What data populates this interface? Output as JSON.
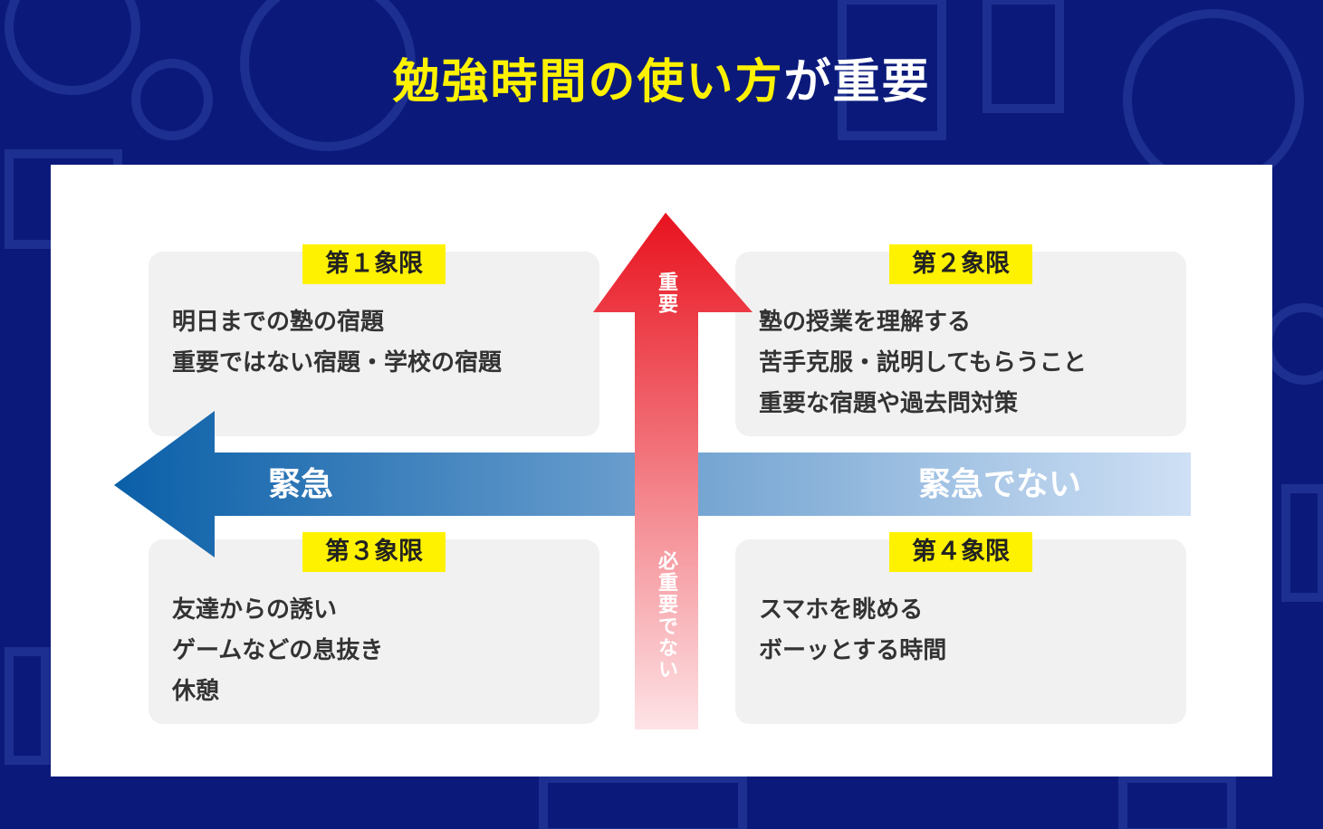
{
  "title": {
    "part1": "勉強時間の使い方",
    "part2": "が重要"
  },
  "colors": {
    "background": "#0b1a7a",
    "highlight": "#fff200",
    "panel": "#ffffff",
    "quadrant_bg": "#f1f1f1",
    "urgent_arrow_start": "#0a5fa8",
    "urgent_arrow_end": "#cfe0f5",
    "important_arrow_start": "#e8121e",
    "important_arrow_end": "#fde3e6"
  },
  "axes": {
    "horizontal": {
      "left_label": "緊急",
      "right_label": "緊急でない"
    },
    "vertical": {
      "top_label": "重要",
      "bottom_label": "必重要でない"
    }
  },
  "quadrants": [
    {
      "label": "第１象限",
      "items": [
        "明日までの塾の宿題",
        "重要ではない宿題・学校の宿題"
      ]
    },
    {
      "label": "第２象限",
      "items": [
        "塾の授業を理解する",
        "苦手克服・説明してもらうこと",
        "重要な宿題や過去問対策"
      ]
    },
    {
      "label": "第３象限",
      "items": [
        "友達からの誘い",
        "ゲームなどの息抜き",
        "休憩"
      ]
    },
    {
      "label": "第４象限",
      "items": [
        "スマホを眺める",
        "ボーッとする時間"
      ]
    }
  ]
}
